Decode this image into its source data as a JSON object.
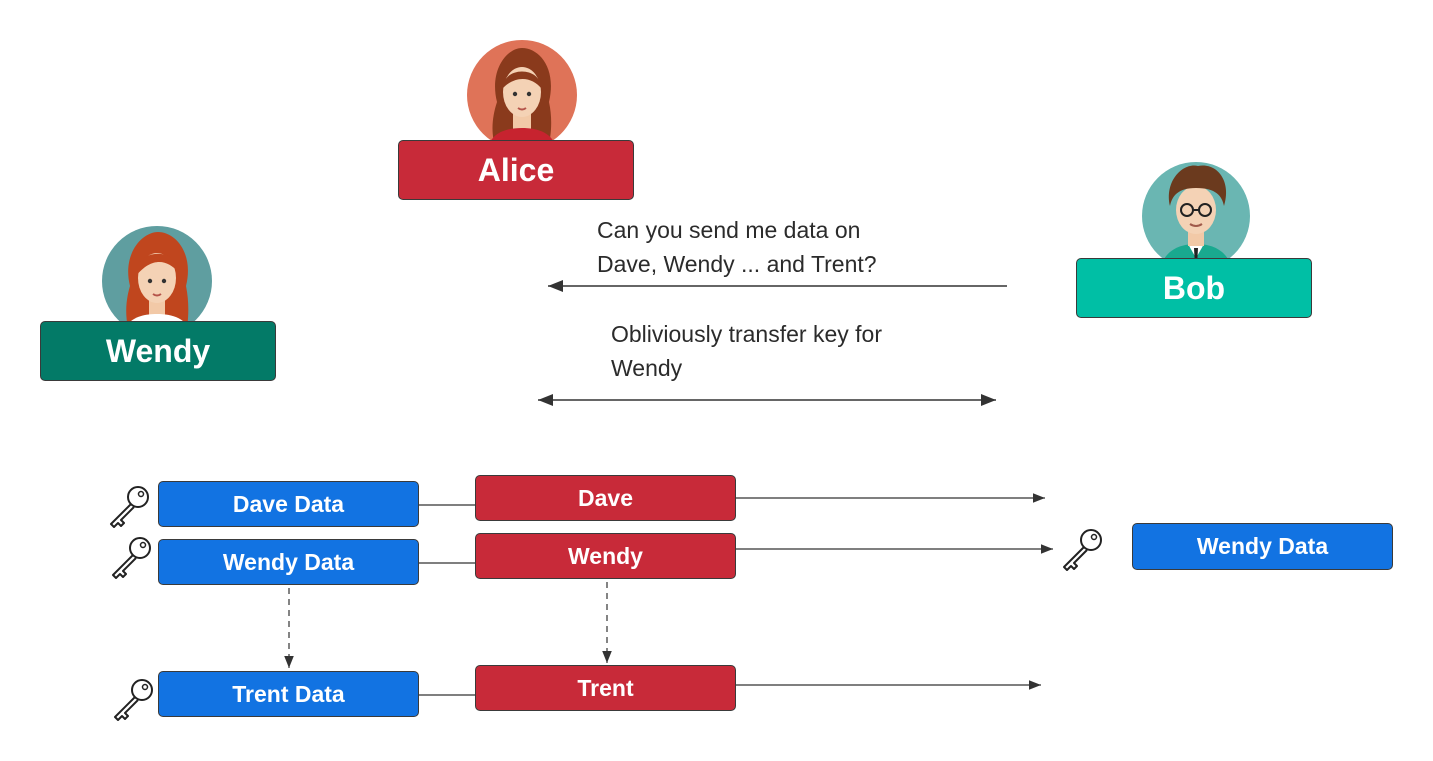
{
  "colors": {
    "alice": "#c82a39",
    "bob": "#00bfa5",
    "wendy_person": "#037a67",
    "data_box": "#1273e2",
    "name_box": "#c82a39",
    "line": "#333333"
  },
  "people": {
    "alice": {
      "label": "Alice"
    },
    "bob": {
      "label": "Bob"
    },
    "wendy": {
      "label": "Wendy"
    }
  },
  "messages": {
    "request": "Can you send me data on\nDave, Wendy ... and Trent?",
    "transfer": "Obliviously transfer key for\nWendy"
  },
  "data_items": [
    {
      "data_label": "Dave Data",
      "name_label": "Dave"
    },
    {
      "data_label": "Wendy Data",
      "name_label": "Wendy"
    },
    {
      "data_label": "Trent Data",
      "name_label": "Trent"
    }
  ],
  "received": {
    "label": "Wendy Data"
  },
  "icons": [
    "key-icon",
    "person-avatar-icon"
  ]
}
